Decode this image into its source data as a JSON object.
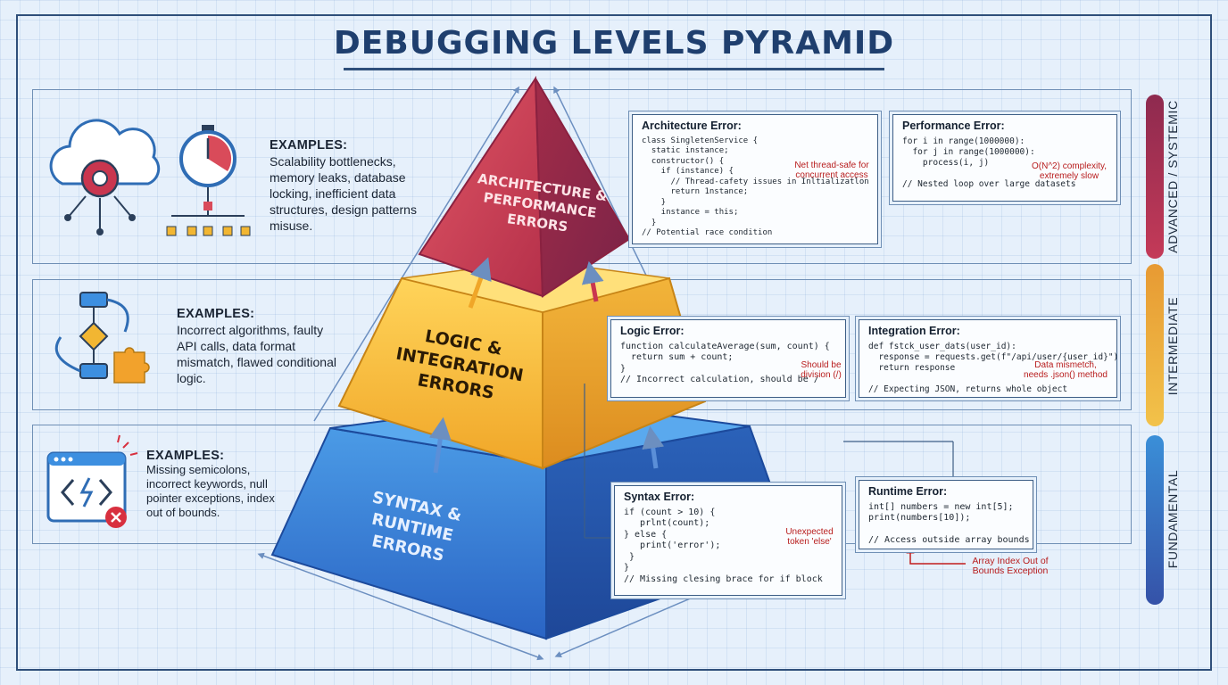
{
  "title": "DEBUGGING LEVELS PYRAMID",
  "levels": {
    "top": {
      "label_line1": "ARCHITECTURE &",
      "label_line2": "PERFORMANCE",
      "label_line3": "ERRORS",
      "color": "#c9364f"
    },
    "middle": {
      "label_line1": "LOGIC &",
      "label_line2": "INTEGRATION",
      "label_line3": "ERRORS",
      "color": "#f2b632"
    },
    "bottom": {
      "label_line1": "SYNTAX & RUNTIME",
      "label_line2": "ERRORS",
      "color": "#2e74cc"
    }
  },
  "examples": {
    "advanced": {
      "heading": "EXAMPLES:",
      "text": "Scalability bottlenecks, memory leaks, database locking, inefficient data structures, design patterns misuse."
    },
    "intermediate": {
      "heading": "EXAMPLES:",
      "text": "Incorrect algorithms, faulty API calls, data format mismatch, flawed conditional logic."
    },
    "fundamental": {
      "heading": "EXAMPLES:",
      "text": "Missing semicolons, incorrect keywords, null pointer exceptions, index out of bounds."
    }
  },
  "code": {
    "architecture": {
      "title": "Architecture Error:",
      "lines": "class SingletenService {\n  static instance;\n  constructor() {\n    if (instance) {\n      // Thread-cafety issues in Inltializatlon\n      return 1nstance;\n    }\n    instance = this;\n  }\n// Potential race condition",
      "note": "Net thread-safe for\nconcurrent access"
    },
    "performance": {
      "title": "Performance Error:",
      "lines": "for i in range(1000000):\n  for j in range(1000000):\n    process(i, j)\n\n// Nested loop over large datasets",
      "note": "O(N^2) complexity,\nextremely slow"
    },
    "logic": {
      "title": "Logic Error:",
      "lines": "function calculateAverage(sum, count) {\n  return sum + count;\n}\n// Incorrect calculation, should be /",
      "note": "Should be\ndivision (/)"
    },
    "integration": {
      "title": "Integration Error:",
      "lines": "def fstck_user_dats(user_id):\n  response = requests.get(f\"/api/user/{user_id}\")\n  return response\n\n// Expecting JSON, returns whole object",
      "note": "Data mismetch,\nneeds .json() method"
    },
    "syntax": {
      "title": "Syntax Error:",
      "lines": "if (count > 10) {\n   prlnt(count);\n} else {\n   print('error');\n }\n}\n// Missing clesing brace for if block",
      "note": "Unexpected\ntoken 'else'"
    },
    "runtime": {
      "title": "Runtime Error:",
      "lines": "int[] numbers = new int[5];\nprint(numbers[10]);\n\n// Access outside array bounds",
      "note": "Array Index Out of\nBounds Exception"
    }
  },
  "side_labels": {
    "advanced": {
      "label": "ADVANCED / SYSTEMIC",
      "color_top": "#8e2a4f",
      "color_bottom": "#c43a58"
    },
    "intermediate": {
      "label": "INTERMEDIATE",
      "color_top": "#e79a33",
      "color_bottom": "#f2c24a"
    },
    "fundamental": {
      "label": "FUNDAMENTAL",
      "color_top": "#3a8fd8",
      "color_bottom": "#3552a8"
    }
  }
}
